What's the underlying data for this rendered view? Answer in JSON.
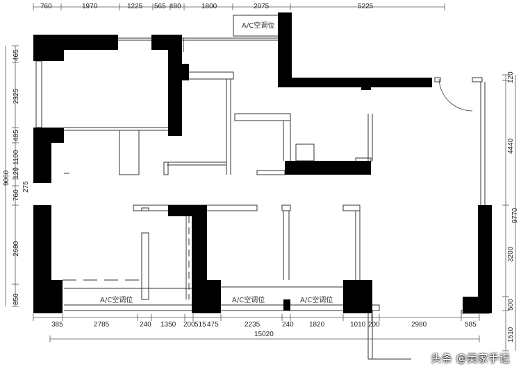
{
  "dimensions": {
    "top": [
      "760",
      "1970",
      "1225",
      "565",
      "480",
      "1800",
      "2075",
      "5225"
    ],
    "bottom": [
      "385",
      "2785",
      "240",
      "1350",
      "200",
      "515",
      "475",
      "2235",
      "240",
      "1820",
      "1010",
      "200",
      "2980",
      "585"
    ],
    "bottom_total": "15020",
    "left": [
      "465",
      "2325",
      "485",
      "1100",
      "120",
      "275",
      "760",
      "2680",
      "850"
    ],
    "left_total": "9060",
    "right": [
      "120",
      "4440",
      "3200",
      "500",
      "1510"
    ],
    "right_total": "9770"
  },
  "ac_labels": [
    "A/C空调位",
    "A/C空调位",
    "A/C空调位",
    "A/C空调位"
  ],
  "watermark": "头条 @美家手记",
  "colors": {
    "wall": "#000000",
    "line": "#333333",
    "background": "#ffffff"
  }
}
